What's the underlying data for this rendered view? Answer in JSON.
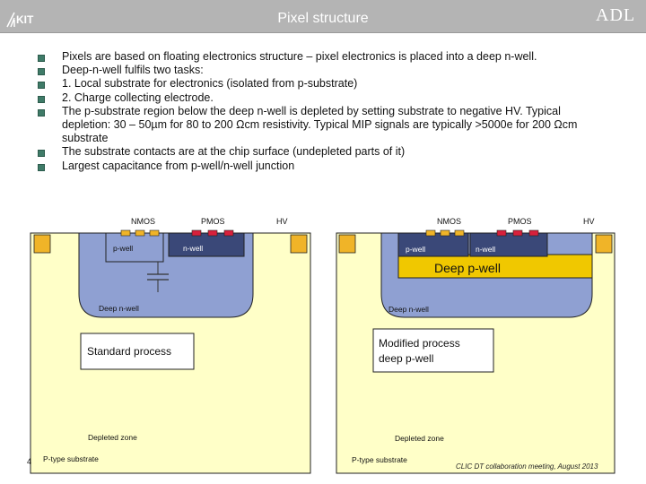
{
  "header": {
    "title": "Pixel structure",
    "logo_left": "KIT",
    "logo_right": "ADL"
  },
  "bullets": [
    "Pixels are based on floating electronics structure – pixel electronics is placed into a deep n-well.",
    "Deep-n-well fulfils two tasks:",
    "1. Local substrate for electronics (isolated from p-substrate)",
    "2. Charge collecting electrode.",
    "The p-substrate region below the deep n-well is depleted by setting substrate to negative HV. Typical depletion: 30 – 50µm for 80  to 200 Ωcm resistivity. Typical MIP signals are typically >5000e for 200 Ωcm substrate",
    "The substrate contacts are at the chip surface (undepleted parts of it)",
    "Largest capacitance from p-well/n-well junction"
  ],
  "left_diagram": {
    "nmos": "NMOS",
    "pmos": "PMOS",
    "hv": "HV",
    "pwell": "p-well",
    "nwell": "n-well",
    "deep_nwell": "Deep n-well",
    "process": "Standard process",
    "depleted": "Depleted zone",
    "substrate": "P-type substrate"
  },
  "right_diagram": {
    "nmos": "NMOS",
    "pmos": "PMOS",
    "hv": "HV",
    "pwell": "p-well",
    "nwell": "n-well",
    "deep_pwell": "Deep p-well",
    "deep_nwell": "Deep n-well",
    "process_line1": "Modified process",
    "process_line2": "deep p-well",
    "depleted": "Depleted zone",
    "substrate": "P-type substrate"
  },
  "colors": {
    "header": "#b4b4b4",
    "bullet": "#3f7b68",
    "depleted": "#ffffc8",
    "deep_nwell": "#8fa0d2",
    "nwell": "#3a4878",
    "contact": "#f0b428",
    "pmos_gate": "#d8203c",
    "deep_pwell": "#f0c800"
  },
  "footer": {
    "page": "4",
    "meeting": "CLIC DT collaboration meeting, August 2013"
  }
}
